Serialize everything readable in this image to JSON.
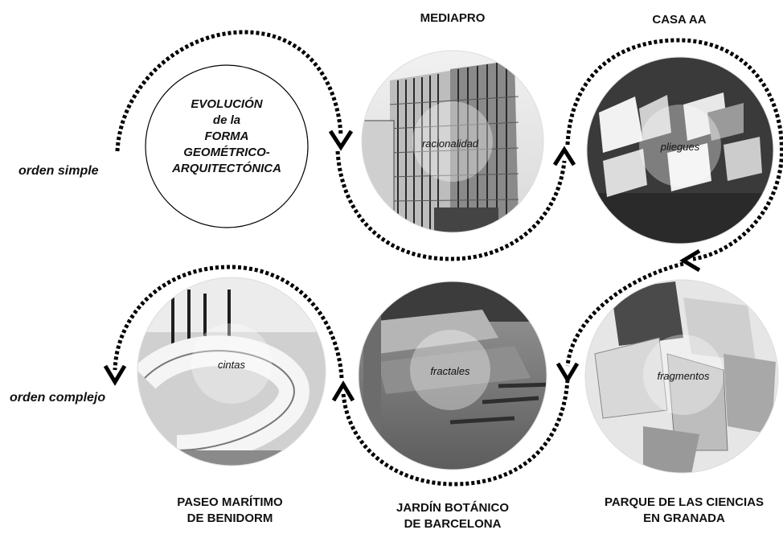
{
  "center": {
    "lines": [
      "EVOLUCIÓN",
      "de la",
      "FORMA",
      "GEOMÉTRICO-",
      "ARQUITECTÓNICA"
    ]
  },
  "labels": {
    "orden_simple": "orden simple",
    "orden_complejo": "orden complejo"
  },
  "nodes": [
    {
      "title_lines": [
        "MEDIAPRO"
      ],
      "concept": "racionalidad",
      "image_icon": "office-tower-photo-icon"
    },
    {
      "title_lines": [
        "CASA AA"
      ],
      "concept": "pliegues",
      "image_icon": "folded-roofs-photo-icon"
    },
    {
      "title_lines": [
        "PARQUE DE LAS CIENCIAS",
        "EN GRANADA"
      ],
      "concept": "fragmentos",
      "image_icon": "fragmented-roofs-photo-icon"
    },
    {
      "title_lines": [
        "JARDÍN BOTÁNICO",
        "DE BARCELONA"
      ],
      "concept": "fractales",
      "image_icon": "terraced-garden-photo-icon"
    },
    {
      "title_lines": [
        "PASEO MARÍTIMO",
        "DE BENIDORM"
      ],
      "concept": "cintas",
      "image_icon": "curved-promenade-photo-icon"
    }
  ]
}
